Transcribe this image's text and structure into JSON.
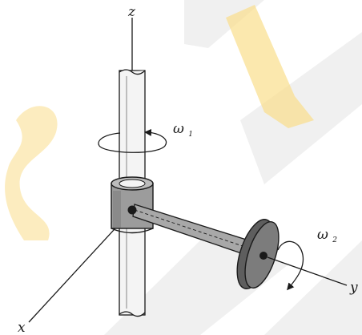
{
  "axes": {
    "z": "z",
    "x": "x",
    "y": "y"
  },
  "rotations": {
    "omega1": {
      "symbol": "ω",
      "subscript": "1"
    },
    "omega2": {
      "symbol": "ω",
      "subscript": "2"
    }
  },
  "colors": {
    "ink": "#1a1a1a",
    "rod_fill": "#f4f4f4",
    "collar_fill": "#9c9c9c",
    "arm_fill": "#a8a8a8",
    "disk_face": "#7c7c7c",
    "disk_rim": "#5e5e5e",
    "watermark_yellow": "#f5c32c",
    "watermark_gray": "#d8d8d8"
  }
}
